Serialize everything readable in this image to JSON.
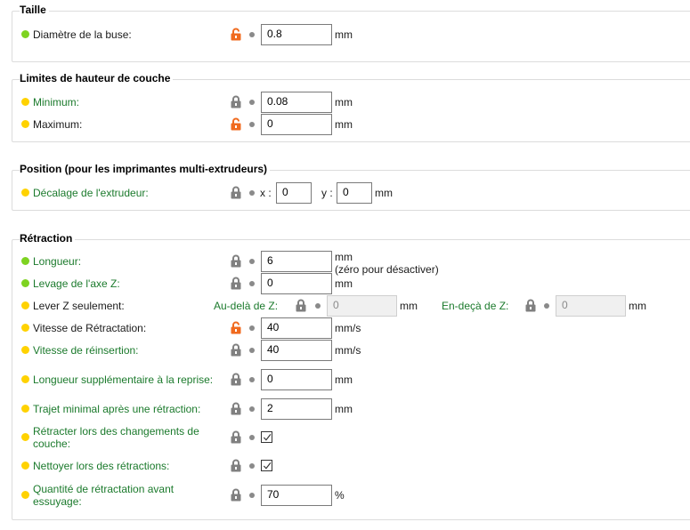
{
  "groups": {
    "taille": {
      "title": "Taille",
      "nozzle": {
        "label": "Diamètre de la buse:",
        "value": "0.8",
        "unit": "mm"
      }
    },
    "layer": {
      "title": "Limites de hauteur de couche",
      "min": {
        "label": "Minimum:",
        "value": "0.08",
        "unit": "mm"
      },
      "max": {
        "label": "Maximum:",
        "value": "0",
        "unit": "mm"
      }
    },
    "position": {
      "title": "Position (pour les imprimantes multi-extrudeurs)",
      "offset": {
        "label": "Décalage de l'extrudeur:",
        "x_label": "x :",
        "x": "0",
        "y_label": "y :",
        "y": "0",
        "unit": "mm"
      }
    },
    "retraction": {
      "title": "Rétraction",
      "length": {
        "label": "Longueur:",
        "value": "6",
        "unit": "mm",
        "note": "(zéro pour désactiver)"
      },
      "lift": {
        "label": "Levage de l'axe Z:",
        "value": "0",
        "unit": "mm"
      },
      "lift_only": {
        "label": "Lever Z seulement:",
        "above_label": "Au-delà de Z:",
        "above": "0",
        "below_label": "En-deçà de Z:",
        "below": "0",
        "unit": "mm"
      },
      "speed": {
        "label": "Vitesse de Rétractation:",
        "value": "40",
        "unit": "mm/s"
      },
      "deretract": {
        "label": "Vitesse de réinsertion:",
        "value": "40",
        "unit": "mm/s"
      },
      "extra": {
        "label": "Longueur supplémentaire à la reprise:",
        "value": "0",
        "unit": "mm"
      },
      "min_travel": {
        "label": "Trajet minimal après une rétraction:",
        "value": "2",
        "unit": "mm"
      },
      "layer_change": {
        "label": "Rétracter lors des changements de couche:",
        "checked": true
      },
      "wipe": {
        "label": "Nettoyer lors des rétractions:",
        "checked": true
      },
      "before_wipe": {
        "label": "Quantité de rétractation avant essuyage:",
        "value": "70",
        "unit": "%"
      }
    }
  },
  "colors": {
    "system": "#1b7a2c",
    "unlocked": "#f06a1e",
    "locked": "#808080",
    "green_dot": "#7ed321",
    "yellow_dot": "#ffd200"
  }
}
